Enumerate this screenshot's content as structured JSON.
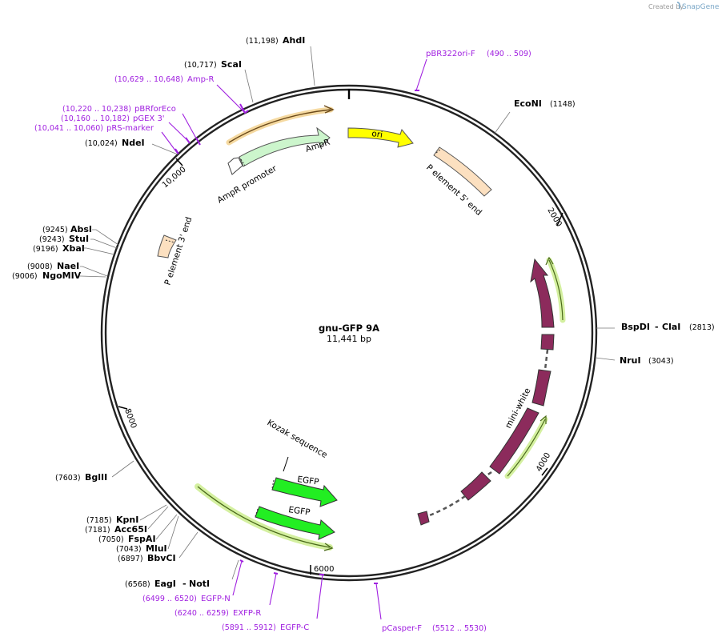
{
  "credit": {
    "prefix": "Created by",
    "brand": "SnapGene"
  },
  "plasmid": {
    "name": "gnu-GFP 9A",
    "length": "11,441 bp"
  },
  "ticks": [
    "2000",
    "4000",
    "6000",
    "8000",
    "10,000"
  ],
  "sites": {
    "ahdi": {
      "name": "AhdI",
      "pos": "(11,198)"
    },
    "scai": {
      "name": "ScaI",
      "pos": "(10,717)"
    },
    "ndei": {
      "name": "NdeI",
      "pos": "(10,024)"
    },
    "absi": {
      "name": "AbsI",
      "pos": "(9245)"
    },
    "stui": {
      "name": "StuI",
      "pos": "(9243)"
    },
    "xbai": {
      "name": "XbaI",
      "pos": "(9196)"
    },
    "naei": {
      "name": "NaeI",
      "pos": "(9008)"
    },
    "ngomiv": {
      "name": "NgoMIV",
      "pos": "(9006)"
    },
    "bglii": {
      "name": "BglII",
      "pos": "(7603)"
    },
    "kpni": {
      "name": "KpnI",
      "pos": "(7185)"
    },
    "acc65i": {
      "name": "Acc65I",
      "pos": "(7181)"
    },
    "fspai": {
      "name": "FspAI",
      "pos": "(7050)"
    },
    "mlui": {
      "name": "MluI",
      "pos": "(7043)"
    },
    "bbvci": {
      "name": "BbvCI",
      "pos": "(6897)"
    },
    "eagi": {
      "name": "EagI",
      "sep": "-",
      "name2": "NotI",
      "pos": "(6568)"
    },
    "econi": {
      "name": "EcoNI",
      "pos": "(1148)"
    },
    "bspdi": {
      "name": "BspDI",
      "sep": "-",
      "name2": "ClaI",
      "pos": "(2813)"
    },
    "nrui": {
      "name": "NruI",
      "pos": "(3043)"
    }
  },
  "primers": {
    "ampr": {
      "name": "Amp-R",
      "pos": "(10,629 .. 10,648)"
    },
    "pbrforeco": {
      "name": "pBRforEco",
      "pos": "(10,220 .. 10,238)"
    },
    "pgex3": {
      "name": "pGEX 3'",
      "pos": "(10,160 .. 10,182)"
    },
    "prsmarker": {
      "name": "pRS-marker",
      "pos": "(10,041 .. 10,060)"
    },
    "pbr322ori": {
      "name": "pBR322ori-F",
      "pos": "(490 .. 509)"
    },
    "egfpn": {
      "name": "EGFP-N",
      "pos": "(6499 .. 6520)"
    },
    "exfpr": {
      "name": "EXFP-R",
      "pos": "(6240 .. 6259)"
    },
    "egfpc": {
      "name": "EGFP-C",
      "pos": "(5891 .. 5912)"
    },
    "pcasperf": {
      "name": "pCasper-F",
      "pos": "(5512 .. 5530)"
    }
  },
  "features": {
    "ori": "ori",
    "ampr": "AmpR",
    "ampr_promoter": "AmpR promoter",
    "p5": "P element 5' end",
    "p3": "P element 3' end",
    "miniwhite": "mini-white",
    "kozak": "Kozak sequence",
    "egfp1": "EGFP",
    "egfp2": "EGFP"
  },
  "colors": {
    "ori": "#ffff00",
    "ampr": "#ccf5cc",
    "promoter": "#ffffff",
    "pelement": "#fce0c0",
    "miniwhite": "#8c2b5c",
    "egfp": "#22ee22",
    "primer": "#a020e0",
    "highlight": "#d4f0a0"
  }
}
